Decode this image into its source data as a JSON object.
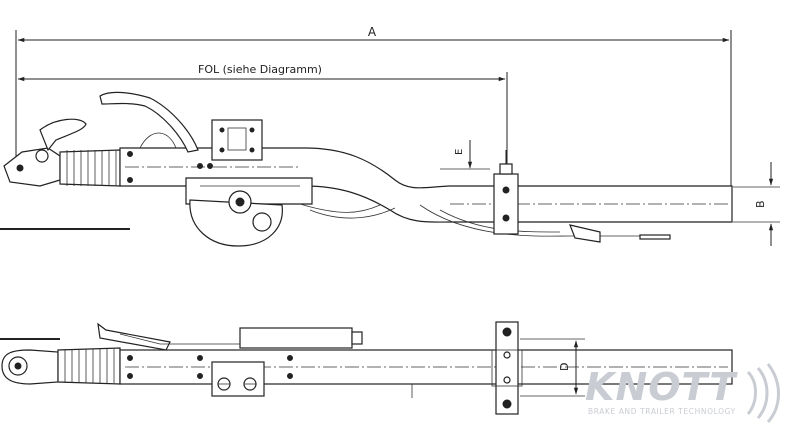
{
  "dimensions": {
    "overall_length": "A",
    "fol": "FOL (siehe Diagramm)",
    "offset": "E",
    "tube_height": "B",
    "tube_width": "D"
  },
  "brand": {
    "name": "KNOTT",
    "tagline": "BRAKE AND TRAILER TECHNOLOGY",
    "color": "#c9ccd2"
  },
  "colors": {
    "line": "#222222",
    "background": "#ffffff"
  }
}
